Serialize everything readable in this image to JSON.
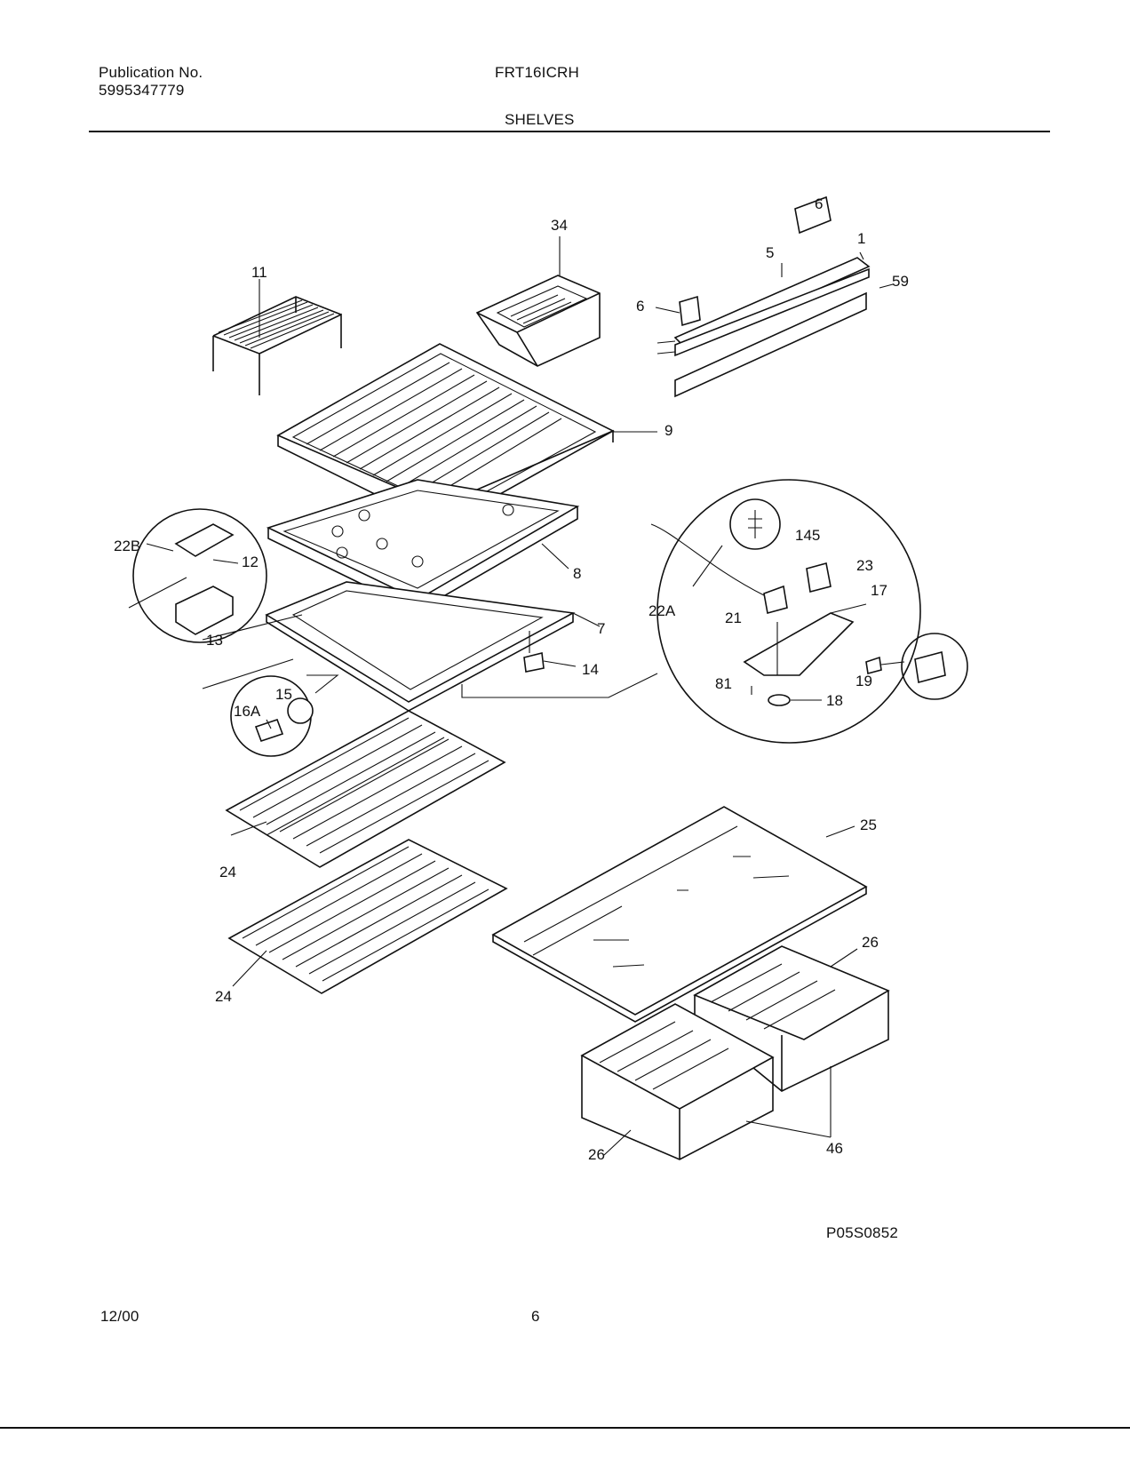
{
  "header": {
    "publication_label": "Publication No.",
    "publication_number": "5995347779",
    "model": "FRT16ICRH",
    "section": "SHELVES"
  },
  "callouts": {
    "p11": "11",
    "p34": "34",
    "p6a": "6",
    "p6b": "6",
    "p5": "5",
    "p1": "1",
    "p59": "59",
    "p9": "9",
    "p22b": "22B",
    "p12": "12",
    "p13": "13",
    "p8": "8",
    "p7": "7",
    "p14": "14",
    "p15": "15",
    "p16a": "16A",
    "p145": "145",
    "p23": "23",
    "p17": "17",
    "p22a": "22A",
    "p21": "21",
    "p81": "81",
    "p18": "18",
    "p19": "19",
    "p24a": "24",
    "p24b": "24",
    "p25": "25",
    "p26a": "26",
    "p26b": "26",
    "p46": "46"
  },
  "drawing_id": "P05S0852",
  "footer": {
    "date": "12/00",
    "page": "6"
  }
}
